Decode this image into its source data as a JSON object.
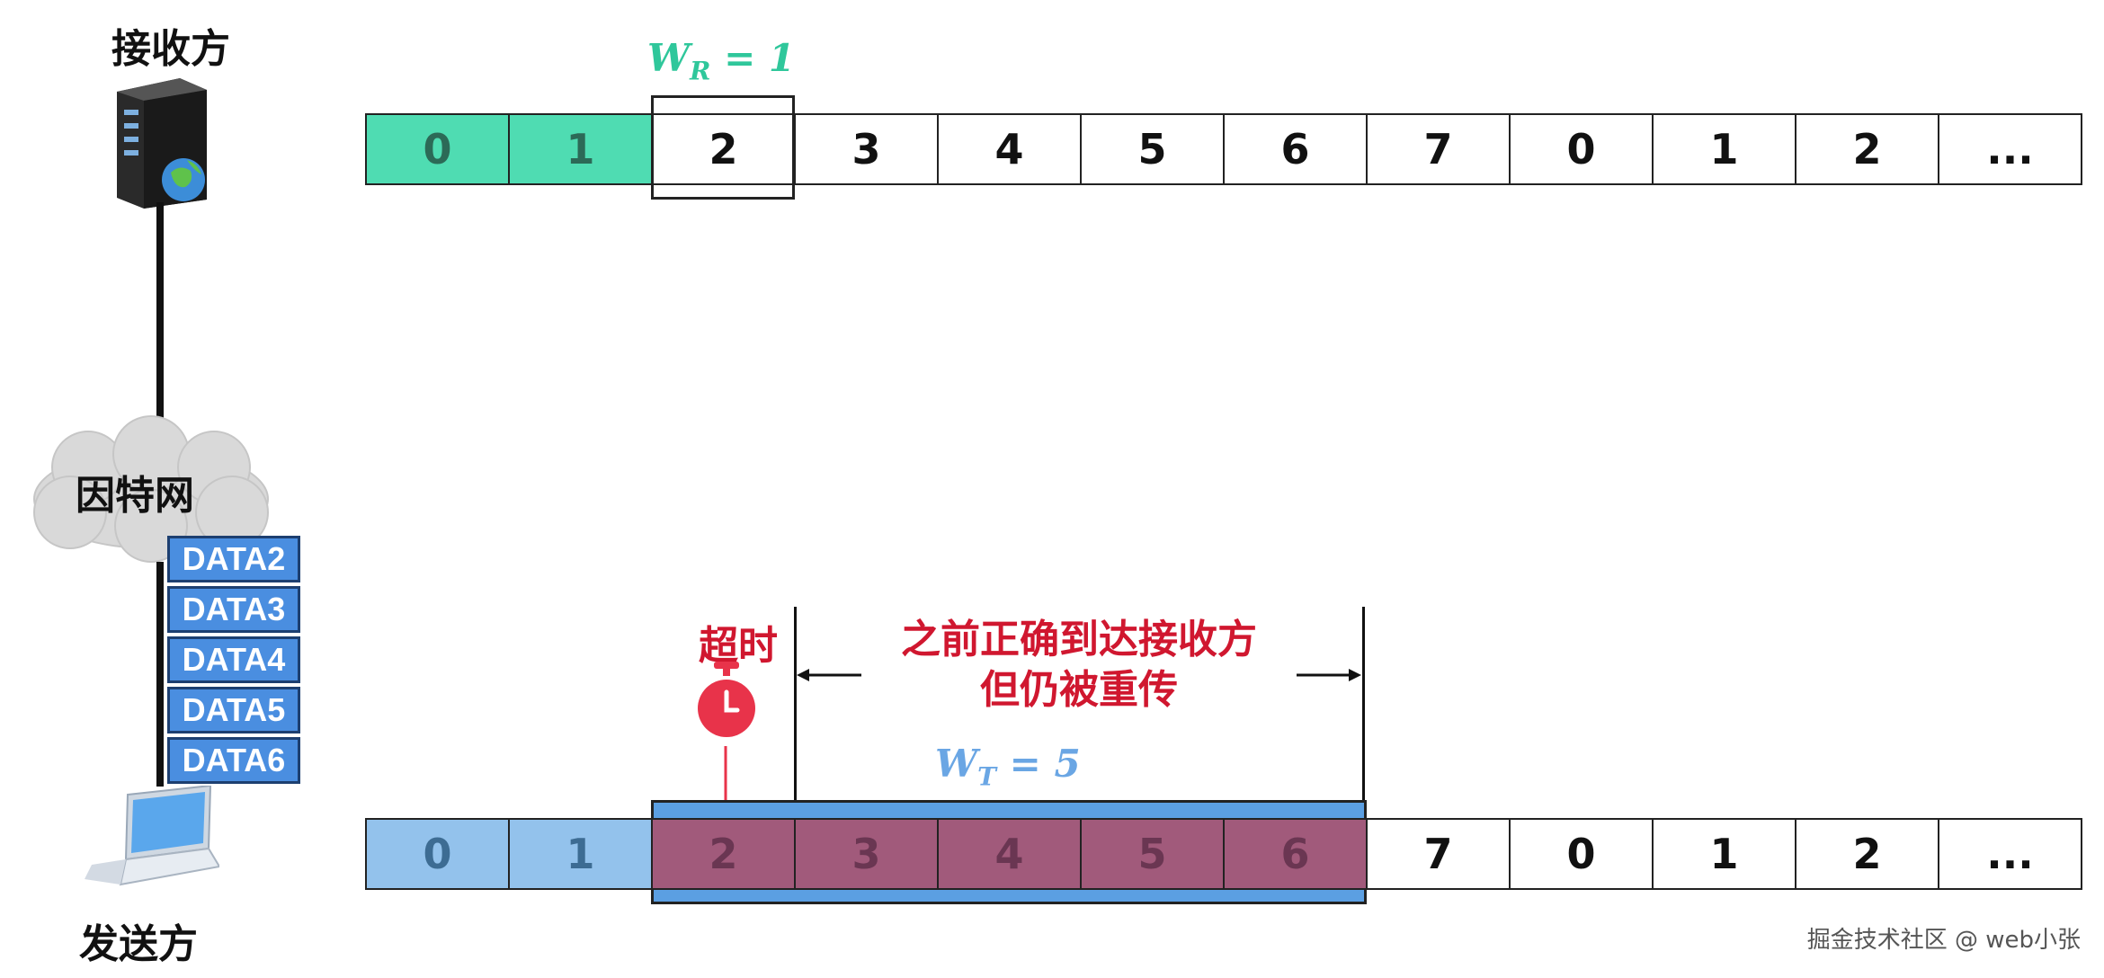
{
  "receiver": {
    "label": "接收方"
  },
  "sender": {
    "label": "发送方"
  },
  "network": {
    "label": "因特网"
  },
  "receiver_window": {
    "label_main": "W",
    "label_sub": "R",
    "label_rest": " = 1"
  },
  "sender_window": {
    "label_main": "W",
    "label_sub": "T",
    "label_rest": " = 5"
  },
  "receiver_row": {
    "cells": [
      "0",
      "1",
      "2",
      "3",
      "4",
      "5",
      "6",
      "7",
      "0",
      "1",
      "2",
      "..."
    ],
    "states": [
      "green",
      "green",
      "white",
      "white",
      "white",
      "white",
      "white",
      "white",
      "white",
      "white",
      "white",
      "white"
    ]
  },
  "sender_row": {
    "cells": [
      "0",
      "1",
      "2",
      "3",
      "4",
      "5",
      "6",
      "7",
      "0",
      "1",
      "2",
      "..."
    ],
    "states": [
      "blue",
      "blue",
      "purple",
      "purple",
      "purple",
      "purple",
      "purple",
      "white",
      "white",
      "white",
      "white",
      "white"
    ]
  },
  "in_flight": [
    "DATA2",
    "DATA3",
    "DATA4",
    "DATA5",
    "DATA6"
  ],
  "timeout": {
    "label": "超时"
  },
  "annotation": {
    "line1": "之前正确到达接收方",
    "line2": "但仍被重传"
  },
  "watermark": "掘金技术社区 @ web小张",
  "colors": {
    "green": "#4fdcb2",
    "blue": "#93c2ec",
    "purple": "#a15a7b",
    "red": "#d0172f",
    "window_blue": "#5b9fe2"
  }
}
